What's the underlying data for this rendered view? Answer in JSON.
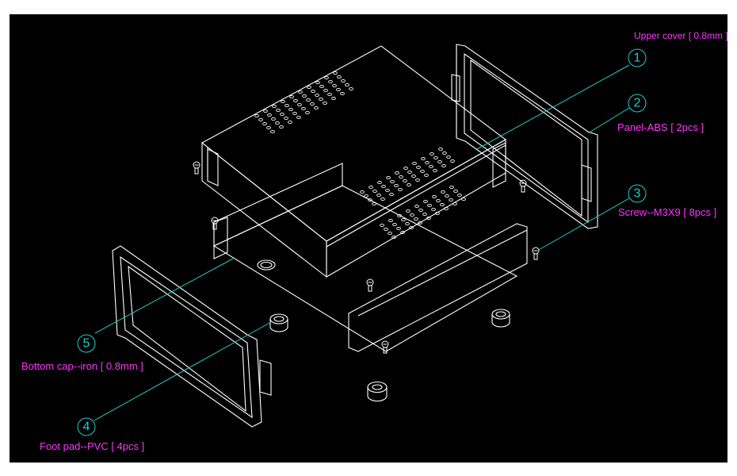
{
  "labels": {
    "upper_cover": "Upper cover [ 0.8mm ]",
    "panel": "Panel-ABS [ 2pcs ]",
    "screw": "Screw--M3X9 [ 8pcs ]",
    "bottom_cap": "Bottom cap--iron [ 0.8mm ]",
    "foot_pad": "Foot pad--PVC [ 4pcs ]"
  },
  "callouts": [
    "1",
    "2",
    "3",
    "4",
    "5"
  ],
  "colors": {
    "background": "#000000",
    "outline": "#ffffff",
    "leader": "#22cccc",
    "label": "#ff33ff"
  }
}
